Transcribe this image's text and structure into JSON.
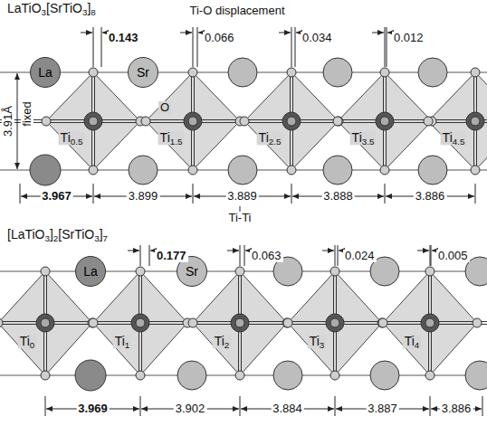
{
  "diagram": {
    "nodes": [
      {
        "text": [
          "La"
        ]
      },
      {
        "text": [
          "Sr"
        ]
      },
      {
        "text": [
          "La"
        ]
      },
      {
        "text": [
          "Sr"
        ]
      }
    ],
    "labels": [
      "LaTiO3[SrTiO3]8",
      "Ti-O displacement",
      "0.143",
      "0.066",
      "0.034",
      "0.012",
      "3.91Å",
      "fixed",
      "O",
      "Ti0.5",
      "Ti1.5",
      "Ti2.5",
      "Ti3.5",
      "Ti4.5",
      "3.967",
      "3.899",
      "3.889",
      "3.888",
      "3.886",
      "Ti-Ti",
      "[LaTiO3]2[SrTiO3]7",
      "0.177",
      "0.063",
      "0.024",
      "0.005",
      "Ti0",
      "Ti1",
      "Ti2",
      "Ti3",
      "Ti4",
      "3.969",
      "3.902",
      "3.884",
      "3.887",
      "3.886"
    ]
  }
}
